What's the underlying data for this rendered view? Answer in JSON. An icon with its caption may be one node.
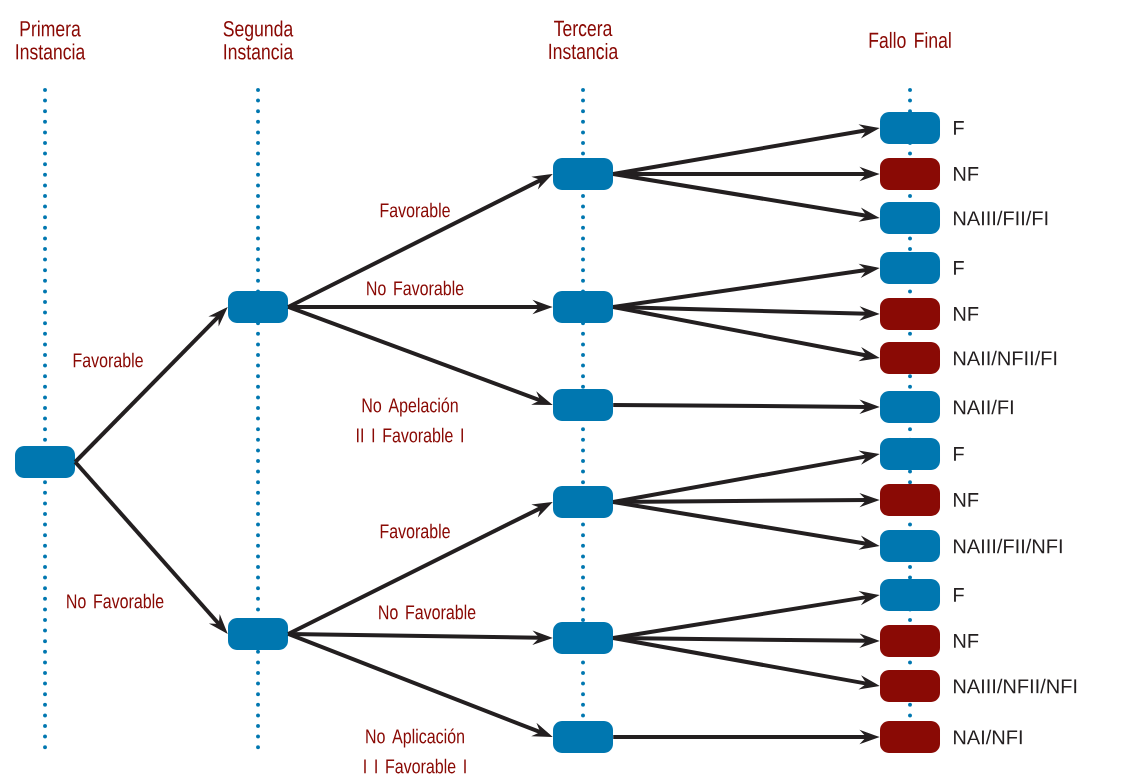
{
  "diagram": {
    "nodes": [
      {
        "text": [],
        "shape": "box"
      },
      {
        "text": [],
        "shape": "box"
      },
      {
        "text": [],
        "shape": "box"
      },
      {
        "text": [],
        "shape": "box"
      },
      {
        "text": [],
        "shape": "box"
      },
      {
        "text": [],
        "shape": "box"
      },
      {
        "text": [],
        "shape": "box"
      },
      {
        "text": [],
        "shape": "box"
      },
      {
        "text": [],
        "shape": "box"
      },
      {
        "text": [],
        "shape": "box",
        "beside": [
          "F"
        ]
      },
      {
        "text": [],
        "shape": "box",
        "beside": [
          "NF"
        ]
      },
      {
        "text": [],
        "shape": "box",
        "beside": [
          "NAIII/FII/FI"
        ]
      },
      {
        "text": [],
        "shape": "box",
        "beside": [
          "F"
        ]
      },
      {
        "text": [],
        "shape": "box",
        "beside": [
          "NF"
        ]
      },
      {
        "text": [],
        "shape": "box",
        "beside": [
          "NAII/NFII/FI"
        ]
      },
      {
        "text": [],
        "shape": "box",
        "beside": [
          "NAII/FI"
        ]
      },
      {
        "text": [],
        "shape": "box",
        "beside": [
          "F"
        ]
      },
      {
        "text": [],
        "shape": "box",
        "beside": [
          "NF"
        ]
      },
      {
        "text": [],
        "shape": "box",
        "beside": [
          "NAIII/FII/NFI"
        ]
      },
      {
        "text": [],
        "shape": "box",
        "beside": [
          "F"
        ]
      },
      {
        "text": [],
        "shape": "box",
        "beside": [
          "NF"
        ]
      },
      {
        "text": [],
        "shape": "box",
        "beside": [
          "NAIII/NFII/NFI"
        ]
      },
      {
        "text": [],
        "shape": "box",
        "beside": [
          "NAI/NFI"
        ]
      }
    ],
    "edges": [
      {
        "from": 0,
        "to": 1,
        "arrow": "to",
        "label": "Favorable"
      },
      {
        "from": 0,
        "to": 2,
        "arrow": "to",
        "label": "No Favorable"
      },
      {
        "from": 1,
        "to": 3,
        "arrow": "to",
        "label": "Favorable"
      },
      {
        "from": 1,
        "to": 4,
        "arrow": "to",
        "label": "No Favorable"
      },
      {
        "from": 1,
        "to": 5,
        "arrow": "to",
        "label": "No Apelación II I Favorable I"
      },
      {
        "from": 2,
        "to": 6,
        "arrow": "to",
        "label": "Favorable"
      },
      {
        "from": 2,
        "to": 7,
        "arrow": "to",
        "label": "No Favorable"
      },
      {
        "from": 2,
        "to": 8,
        "arrow": "to",
        "label": "No Aplicación I I Favorable I"
      },
      {
        "from": 3,
        "to": 9,
        "arrow": "to"
      },
      {
        "from": 3,
        "to": 10,
        "arrow": "to"
      },
      {
        "from": 3,
        "to": 11,
        "arrow": "to"
      },
      {
        "from": 4,
        "to": 12,
        "arrow": "to"
      },
      {
        "from": 4,
        "to": 13,
        "arrow": "to"
      },
      {
        "from": 4,
        "to": 14,
        "arrow": "to"
      },
      {
        "from": 5,
        "to": 15,
        "arrow": "to"
      },
      {
        "from": 6,
        "to": 16,
        "arrow": "to"
      },
      {
        "from": 6,
        "to": 17,
        "arrow": "to"
      },
      {
        "from": 6,
        "to": 18,
        "arrow": "to"
      },
      {
        "from": 7,
        "to": 19,
        "arrow": "to"
      },
      {
        "from": 7,
        "to": 20,
        "arrow": "to"
      },
      {
        "from": 7,
        "to": 21,
        "arrow": "to"
      },
      {
        "from": 8,
        "to": 22,
        "arrow": "to"
      }
    ],
    "labels": [
      "Primera Instancia",
      "Segunda Instancia",
      "Tercera Instancia",
      "Fallo Final"
    ]
  }
}
